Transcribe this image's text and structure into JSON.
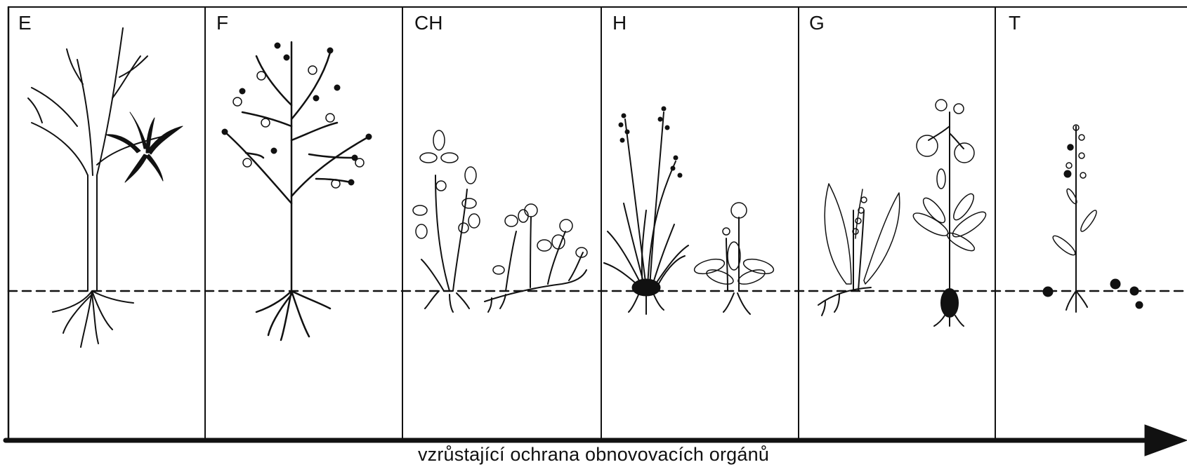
{
  "panels": [
    {
      "label": "E",
      "icon": "tree-with-epiphyte-icon"
    },
    {
      "label": "F",
      "icon": "shrub-icon"
    },
    {
      "label": "CH",
      "icon": "creeping-herb-icon"
    },
    {
      "label": "H",
      "icon": "rosette-herb-icon"
    },
    {
      "label": "G",
      "icon": "bulb-plant-icon"
    },
    {
      "label": "T",
      "icon": "annual-plant-with-seeds-icon"
    }
  ],
  "axis": {
    "caption": "vzrůstající ochrana obnovovacích orgánů",
    "direction": "left-to-right"
  },
  "colors": {
    "ink": "#111111",
    "background": "#ffffff"
  }
}
